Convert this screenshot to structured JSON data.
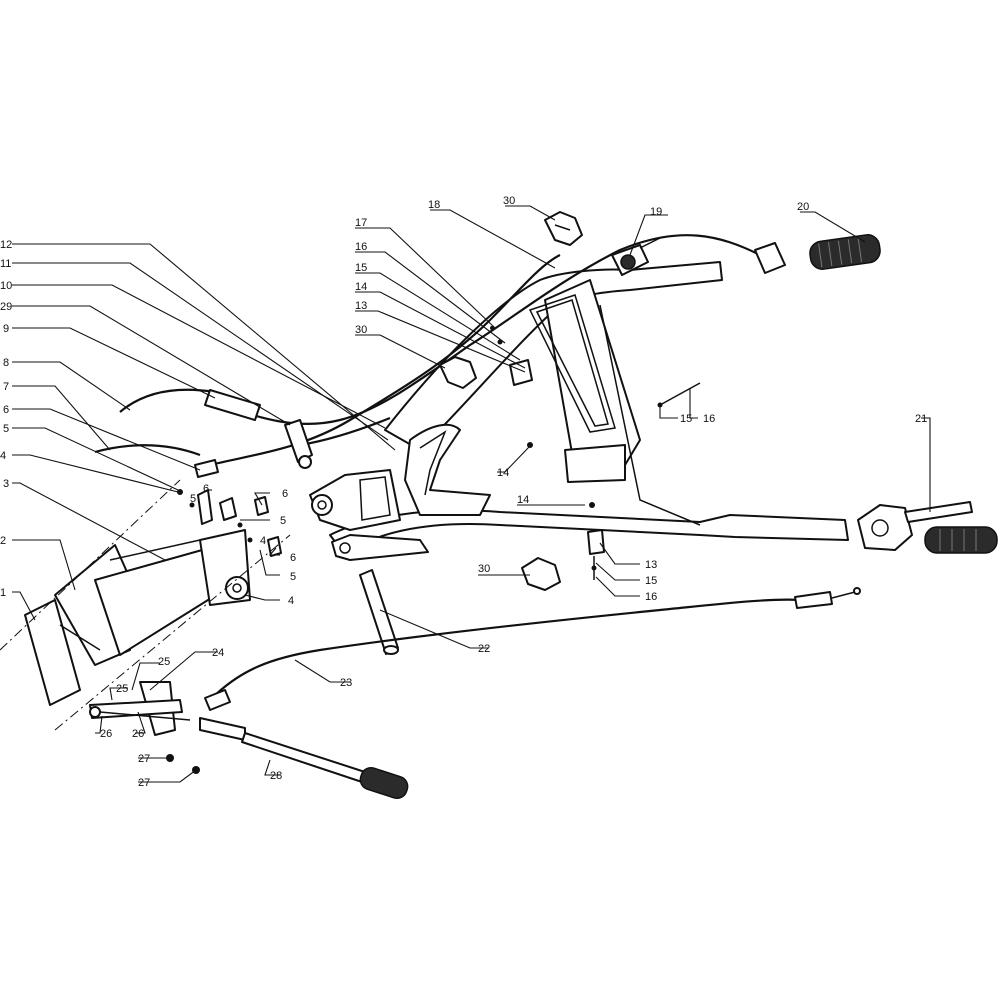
{
  "callouts": {
    "c1": "1",
    "c2": "2",
    "c3": "3",
    "c4a": "4",
    "c4b": "4",
    "c5a": "5",
    "c5b": "5",
    "c5c": "5",
    "c5d": "5",
    "c6a": "6",
    "c6b": "6",
    "c6c": "6",
    "c6d": "6",
    "c7": "7",
    "c8": "8",
    "c9": "9",
    "c10": "10",
    "c11": "11",
    "c12": "12",
    "c13a": "13",
    "c13b": "13",
    "c14a": "14",
    "c14b": "14",
    "c14c": "14",
    "c15a": "15",
    "c15b": "15",
    "c15c": "15",
    "c16a": "16",
    "c16b": "16",
    "c16c": "16",
    "c17": "17",
    "c18": "18",
    "c19": "19",
    "c20": "20",
    "c21": "21",
    "c22": "22",
    "c23": "23",
    "c24": "24",
    "c25a": "25",
    "c25b": "25",
    "c26a": "26",
    "c26b": "26",
    "c27a": "27",
    "c27b": "27",
    "c28": "28",
    "c29": "29",
    "c30a": "30",
    "c30b": "30",
    "c30c": "30"
  }
}
